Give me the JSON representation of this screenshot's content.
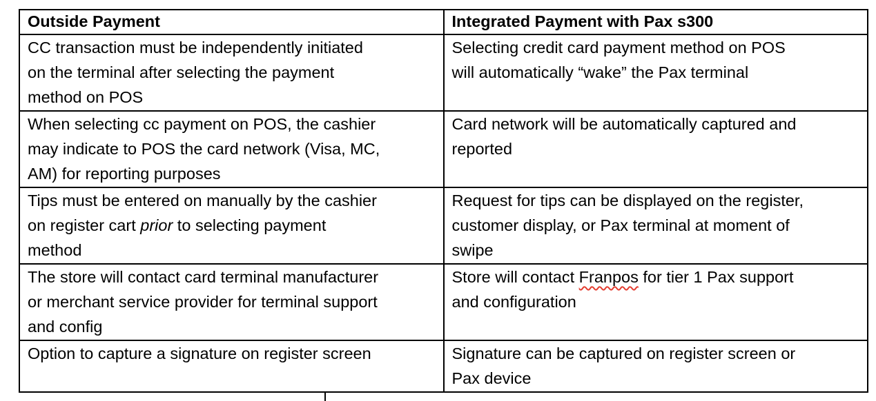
{
  "table": {
    "headers": [
      {
        "label": "Outside Payment"
      },
      {
        "label": "Integrated Payment with Pax s300"
      }
    ],
    "rows": [
      {
        "left": {
          "lines": [
            "CC transaction must be independently initiated",
            "on the terminal after selecting the payment",
            "method on POS"
          ]
        },
        "right": {
          "lines": [
            "Selecting credit card payment method on POS",
            "will automatically “wake” the Pax terminal"
          ]
        }
      },
      {
        "left": {
          "lines": [
            "When selecting cc payment on POS, the cashier",
            "may indicate to POS the card network (Visa, MC,",
            "AM) for reporting purposes"
          ]
        },
        "right": {
          "lines": [
            "Card network will be automatically captured and",
            "reported"
          ]
        }
      },
      {
        "left": {
          "lines": [
            "Tips must be entered on manually by the cashier",
            [
              {
                "t": "on register cart "
              },
              {
                "t": "prior",
                "style": "italic"
              },
              {
                "t": " to selecting payment"
              }
            ],
            "method"
          ]
        },
        "right": {
          "lines": [
            "Request for tips can be displayed on the register,",
            "customer display, or Pax terminal at moment of",
            "swipe"
          ]
        }
      },
      {
        "left": {
          "lines": [
            "The store will contact card terminal manufacturer",
            "or merchant service provider for terminal support",
            "and config"
          ]
        },
        "right": {
          "lines": [
            [
              {
                "t": "Store will contact "
              },
              {
                "t": "Franpos",
                "style": "spellcheck"
              },
              {
                "t": " for tier 1 Pax support"
              }
            ],
            "and configuration"
          ]
        }
      },
      {
        "left": {
          "lines": [
            "Option to capture a signature on register screen"
          ]
        },
        "right": {
          "lines": [
            "Signature can be captured on register screen or",
            "Pax device"
          ]
        }
      }
    ]
  },
  "colors": {
    "text": "#000000",
    "border": "#000000",
    "spellcheck_underline": "#e43d30"
  }
}
